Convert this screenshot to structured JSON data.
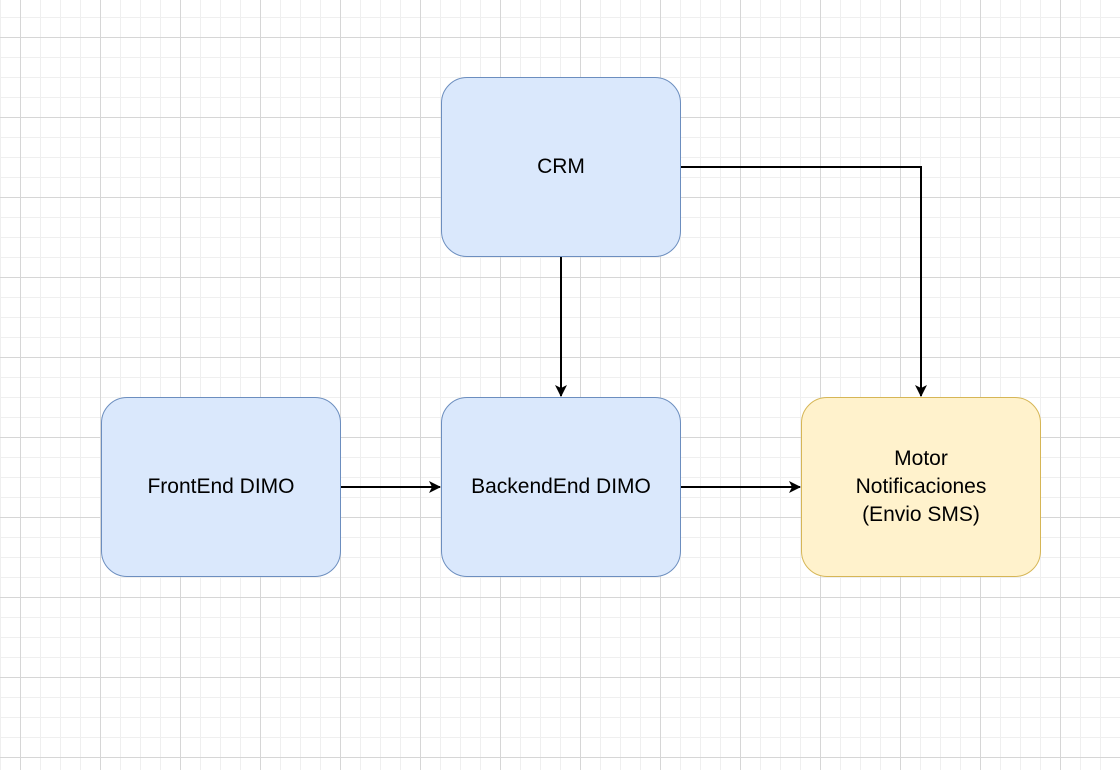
{
  "diagram": {
    "nodes": {
      "crm": {
        "label": "CRM"
      },
      "frontend": {
        "label": "FrontEnd DIMO"
      },
      "backend": {
        "label": "BackendEnd DIMO"
      },
      "motor": {
        "line1": "Motor",
        "line2": "Notificaciones",
        "line3": "(Envio SMS)"
      }
    },
    "edges": [
      {
        "from": "CRM",
        "to": "BackendEnd DIMO"
      },
      {
        "from": "CRM",
        "to": "Motor Notificaciones (Envio SMS)"
      },
      {
        "from": "FrontEnd DIMO",
        "to": "BackendEnd DIMO"
      },
      {
        "from": "BackendEnd DIMO",
        "to": "Motor Notificaciones (Envio SMS)"
      }
    ],
    "colors": {
      "node_fill": "#dae8fc",
      "node_stroke": "#6c8ebf",
      "highlight_fill": "#fff2cc",
      "highlight_stroke": "#d6b656",
      "edge": "#000000"
    }
  }
}
